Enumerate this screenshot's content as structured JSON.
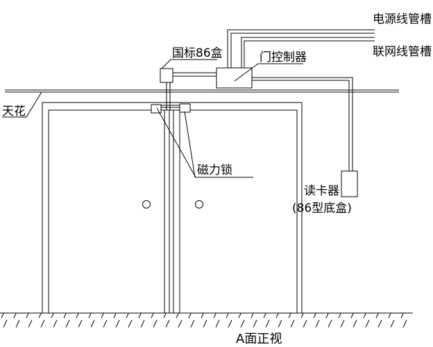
{
  "diagram": {
    "labels": {
      "power_conduit": "电源线管槽",
      "network_conduit": "联网线管槽",
      "gb86_box": "国标86盒",
      "door_controller": "门控制器",
      "ceiling": "天花",
      "magnetic_lock": "磁力锁",
      "card_reader": "读卡器",
      "card_reader_note": "(86型底盒)",
      "view_caption": "A面正视"
    },
    "colors": {
      "line": "#000000",
      "background": "#ffffff",
      "text": "#000000"
    }
  }
}
